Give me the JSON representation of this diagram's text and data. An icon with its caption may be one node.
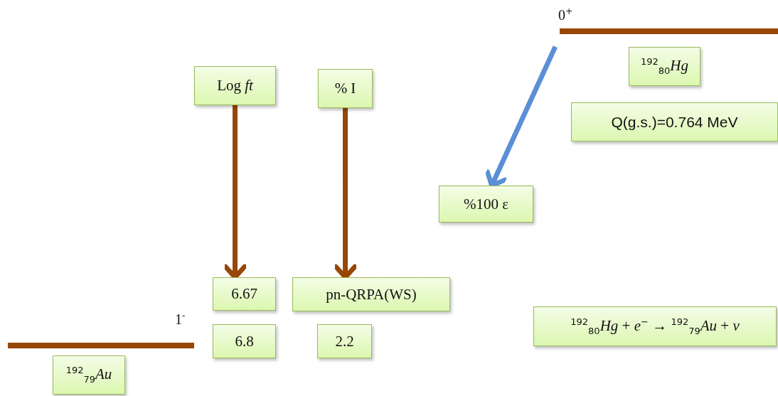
{
  "diagram": {
    "nodes": [
      {
        "text": [
          "Log *ft*"
        ]
      },
      {
        "text": [
          "% I"
        ]
      },
      {
        "text": [
          "6.67"
        ]
      },
      {
        "text": [
          "pn-QRPA(WS)"
        ]
      },
      {
        "text": [
          "6.8"
        ]
      },
      {
        "text": [
          "2.2"
        ]
      },
      {
        "text": [],
        "shape": "bar",
        "beside": [
          "0$^{+}$"
        ]
      },
      {
        "text": [
          "$^{192}$$_{80}$*Hg*"
        ]
      },
      {
        "text": [
          "Q(g.s.)=0.764  MeV"
        ]
      },
      {
        "text": [
          "%100 ε"
        ]
      },
      {
        "text": [],
        "shape": "bar",
        "beside": [
          "1$^{-}$"
        ]
      },
      {
        "text": [
          "$^{192}$$_{79}$*Au*"
        ]
      },
      {
        "text": [
          "$^{192}$$_{80}$*Hg* + *e*$^{−}$ → $^{192}$$_{79}$*Au* + *ν*"
        ]
      }
    ],
    "edges": [
      {
        "from": 0,
        "to": 2,
        "arrow": "to"
      },
      {
        "from": 1,
        "to": 3,
        "arrow": "to"
      },
      {
        "from": 6,
        "to": 9,
        "arrow": "to",
        "color": "#5b8fd6"
      }
    ]
  }
}
